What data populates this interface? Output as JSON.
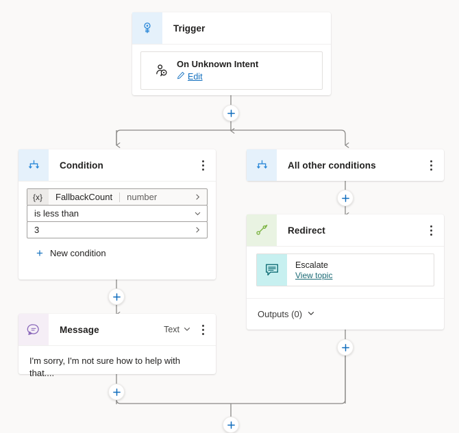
{
  "canvas": {
    "background": "#faf9f8",
    "accent": "#0f6cbd",
    "link_color": "#106ebe"
  },
  "nodes": {
    "trigger": {
      "title": "Trigger",
      "icon": "trigger-bolt-icon",
      "icon_color": "#2b88d8",
      "icon_bg": "#e5f1fb",
      "card": {
        "title": "On Unknown Intent",
        "icon": "user-intent-icon",
        "edit_label": "Edit",
        "edit_icon": "pencil-icon"
      }
    },
    "condition": {
      "title": "Condition",
      "icon": "branch-condition-icon",
      "icon_color": "#2b88d8",
      "icon_bg": "#e5f1fb",
      "variable_badge": "{x}",
      "variable_name": "FallbackCount",
      "variable_type": "number",
      "operator": "is less than",
      "value": "3",
      "new_condition_label": "New condition",
      "menu_icon": "kebab-menu-icon"
    },
    "all_other_conditions": {
      "title": "All other conditions",
      "icon": "branch-condition-icon",
      "icon_color": "#2b88d8",
      "icon_bg": "#e5f1fb",
      "menu_icon": "kebab-menu-icon"
    },
    "redirect": {
      "title": "Redirect",
      "icon": "redirect-arrow-icon",
      "icon_color": "#7cb342",
      "icon_bg": "#e9f3e2",
      "card": {
        "title": "Escalate",
        "link_label": "View topic",
        "icon": "topic-message-icon",
        "icon_bg": "#c7f0f0",
        "icon_color": "#0f6c75"
      },
      "outputs_label": "Outputs (0)",
      "outputs_chevron": "chevron-down-icon",
      "menu_icon": "kebab-menu-icon"
    },
    "message": {
      "title": "Message",
      "icon": "message-bubble-icon",
      "icon_color": "#8764b8",
      "icon_bg": "#f5eef6",
      "type_label": "Text",
      "type_chevron": "chevron-down-icon",
      "text": "I'm sorry, I'm not sure how to help with that....",
      "menu_icon": "kebab-menu-icon"
    }
  },
  "add_buttons": [
    {
      "name": "add-node-after-trigger",
      "label": "+"
    },
    {
      "name": "add-node-after-all-other-conditions",
      "label": "+"
    },
    {
      "name": "add-node-after-condition",
      "label": "+"
    },
    {
      "name": "add-node-after-redirect",
      "label": "+"
    },
    {
      "name": "add-node-after-message",
      "label": "+"
    },
    {
      "name": "add-node-after-merge",
      "label": "+"
    }
  ]
}
